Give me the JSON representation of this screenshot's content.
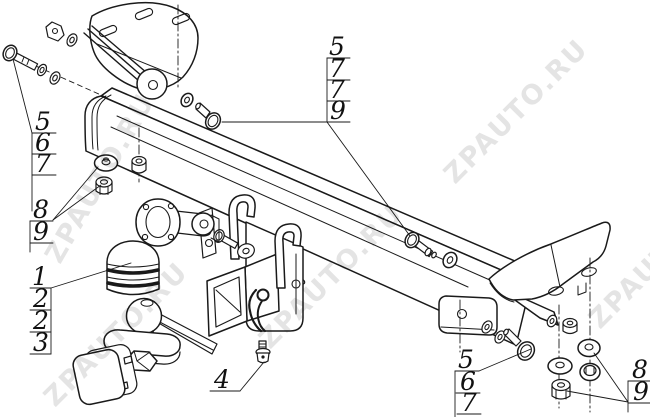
{
  "watermark": {
    "text": "ZPAUTO.RU"
  },
  "callouts": {
    "upper_left": {
      "items": [
        "5",
        "6",
        "7"
      ]
    },
    "left_nuts": {
      "items": [
        "8",
        "9"
      ]
    },
    "left_main": {
      "items": [
        "1",
        "2",
        "2",
        "3"
      ]
    },
    "top_center": {
      "items": [
        "5",
        "7",
        "7",
        "9"
      ]
    },
    "bottom_center": {
      "items": [
        "4"
      ]
    },
    "bottom_right": {
      "items": [
        "5",
        "6",
        "7"
      ]
    },
    "bottom_far_right": {
      "items": [
        "8",
        "9"
      ]
    }
  },
  "colors": {
    "line": "#1a1a1a",
    "background": "#ffffff",
    "watermark_color": "#000000"
  }
}
